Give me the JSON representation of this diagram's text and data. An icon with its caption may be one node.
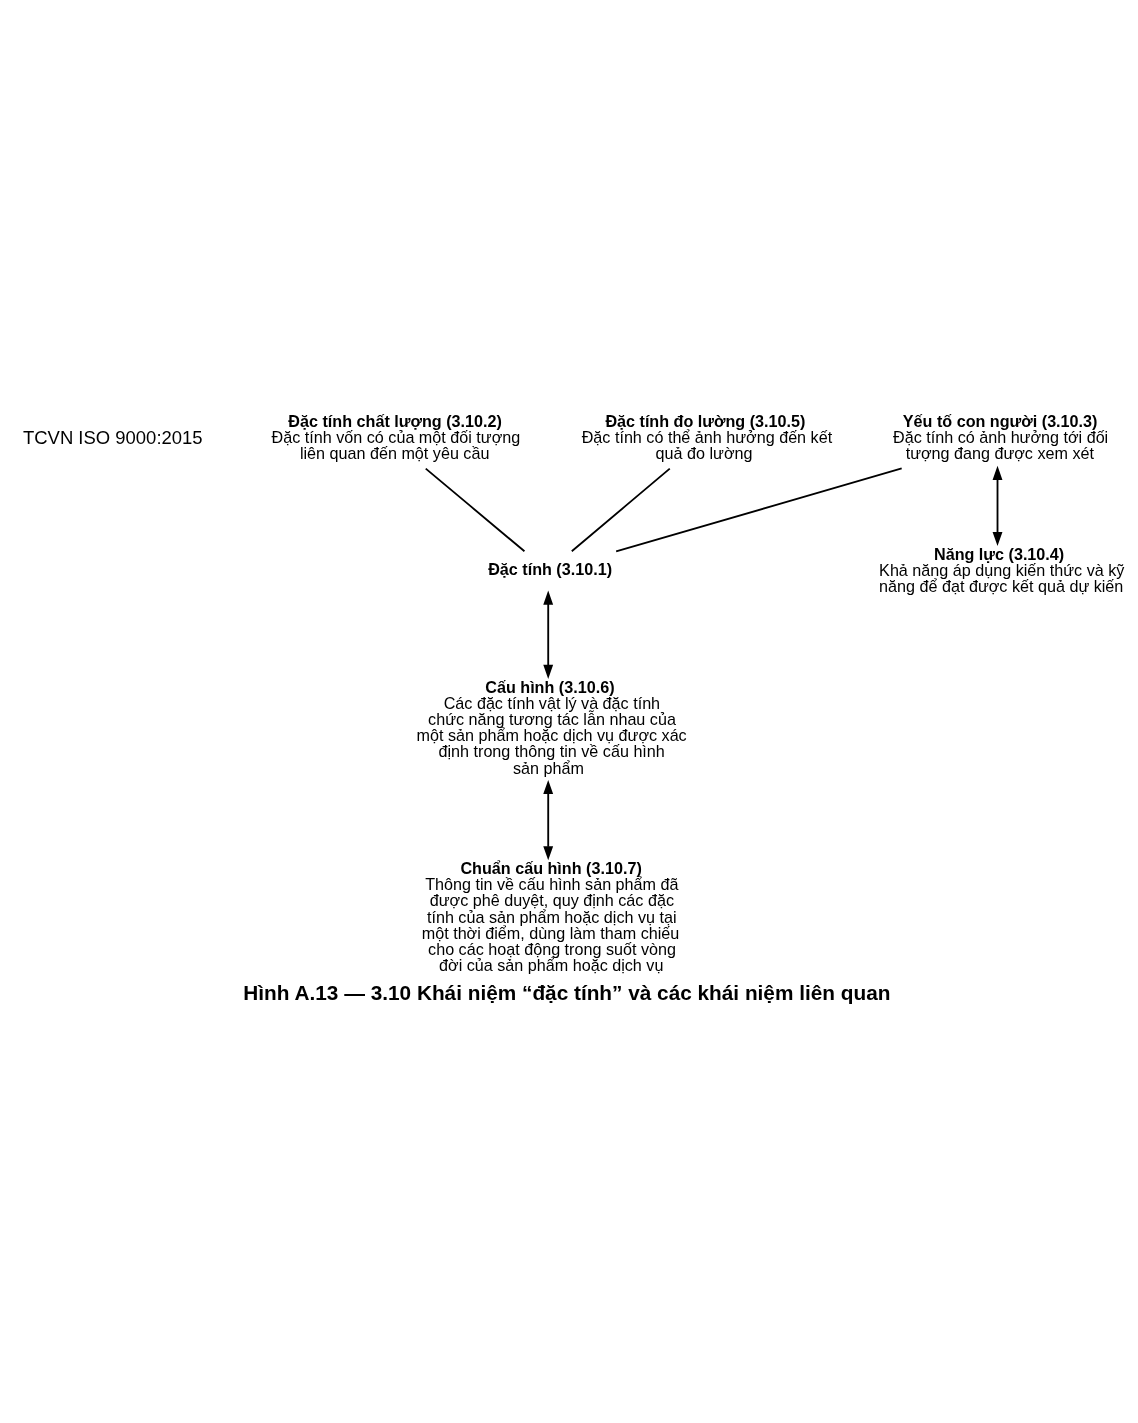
{
  "diagram": {
    "caption": "Hình A.13 — 3.10 Khái niệm “đặc tính” và các khái niệm liên quan",
    "nodes": [
      {
        "text": [
          "Đặc tính (3.10.1)"
        ]
      },
      {
        "text": [
          "Đặc tính chất lượng (3.10.2)",
          "Đặc tính vốn có của một đối tượng liên quan đến một yêu cầu"
        ]
      },
      {
        "text": [
          "Yếu tố con người (3.10.3)",
          "Đặc tính có ảnh hưởng tới đối tượng đang được xem xét"
        ]
      },
      {
        "text": [
          "Năng lực (3.10.4)",
          "Khả năng áp dụng kiến thức và kỹ năng để đạt được kết quả dự kiến"
        ]
      },
      {
        "text": [
          "Đặc tính đo lường (3.10.5)",
          "Đặc tính có thể ảnh hưởng đến kết quả đo lường"
        ]
      },
      {
        "text": [
          "Cấu hình (3.10.6)",
          "Các đặc tính vật lý và đặc tính chức năng tương tác lẫn nhau của một sản phẩm hoặc dịch vụ được xác định trong thông tin về cấu hình sản phẩm"
        ]
      },
      {
        "text": [
          "Chuẩn cấu hình (3.10.7)",
          "Thông tin về cấu hình sản phẩm đã được phê duyệt, quy định các đặc tính của sản phẩm hoặc dịch vụ tại một thời điểm, dùng làm tham chiếu cho các hoạt động trong suốt vòng đời của sản phẩm hoặc dịch vụ"
        ]
      }
    ],
    "edges": [
      {
        "from": 1,
        "to": 0,
        "arrow": "none"
      },
      {
        "from": 2,
        "to": 0,
        "arrow": "none"
      },
      {
        "from": 4,
        "to": 0,
        "arrow": "none"
      },
      {
        "from": 0,
        "to": 5,
        "arrow": "both"
      },
      {
        "from": 2,
        "to": 3,
        "arrow": "both"
      },
      {
        "from": 5,
        "to": 6,
        "arrow": "both"
      }
    ],
    "labels": [
      "TCVN ISO 9000:2015"
    ]
  }
}
